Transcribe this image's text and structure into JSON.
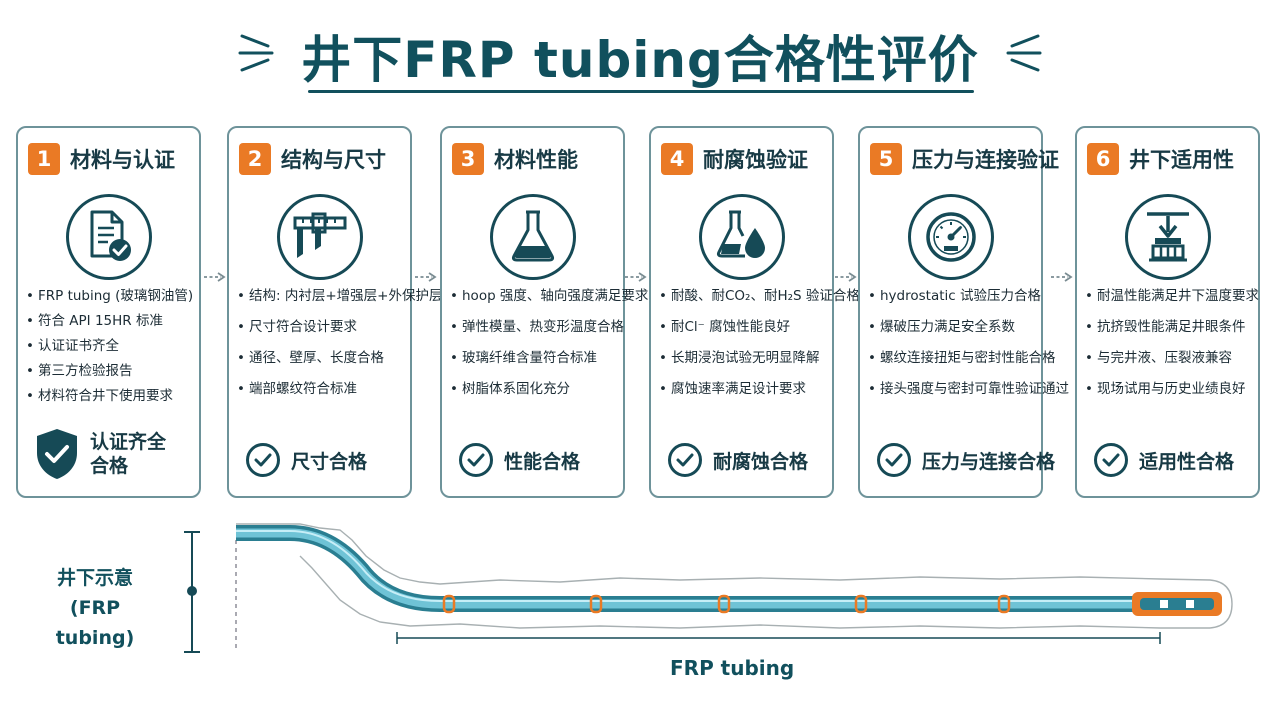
{
  "title": "井下FRP tubing合格性评价",
  "cards": [
    {
      "num": "1",
      "title": "材料与认证",
      "icon": "document-check-icon",
      "items": [
        "FRP tubing (玻璃钢油管)",
        "符合 API 15HR 标准",
        "认证证书齐全",
        "第三方检验报告",
        "材料符合井下使用要求"
      ],
      "result": "认证齐全合格"
    },
    {
      "num": "2",
      "title": "结构与尺寸",
      "icon": "caliper-icon",
      "items": [
        "结构: 内衬层+增强层+外保护层",
        "尺寸符合设计要求",
        "通径、壁厚、长度合格",
        "端部螺纹符合标准"
      ],
      "result": "尺寸合格"
    },
    {
      "num": "3",
      "title": "材料性能",
      "icon": "flask-icon",
      "items": [
        "hoop 强度、轴向强度满足要求",
        "弹性模量、热变形温度合格",
        "玻璃纤维含量符合标准",
        "树脂体系固化充分"
      ],
      "result": "性能合格"
    },
    {
      "num": "4",
      "title": "耐腐蚀验证",
      "icon": "flask-drop-icon",
      "items": [
        "耐酸、耐CO₂、耐H₂S 验证合格",
        "耐Cl⁻ 腐蚀性能良好",
        "长期浸泡试验无明显降解",
        "腐蚀速率满足设计要求"
      ],
      "result": "耐腐蚀合格"
    },
    {
      "num": "5",
      "title": "压力与连接验证",
      "icon": "pressure-gauge-icon",
      "items": [
        "hydrostatic 试验压力合格",
        "爆破压力满足安全系数",
        "螺纹连接扭矩与密封性能合格",
        "接头强度与密封可靠性验证通过"
      ],
      "result": "压力与连接合格"
    },
    {
      "num": "6",
      "title": "井下适用性",
      "icon": "downhole-press-icon",
      "items": [
        "耐温性能满足井下温度要求",
        "抗挤毁性能满足井眼条件",
        "与完井液、压裂液兼容",
        "现场试用与历史业绩良好"
      ],
      "result": "适用性合格"
    }
  ],
  "schematic": {
    "label_line1": "井下示意",
    "label_line2": "(FRP tubing)",
    "tubing_label": "FRP tubing"
  },
  "colors": {
    "primary": "#11505d",
    "accent": "#ea7a25",
    "border": "#6e939a",
    "tube": "#4aa9bf"
  }
}
